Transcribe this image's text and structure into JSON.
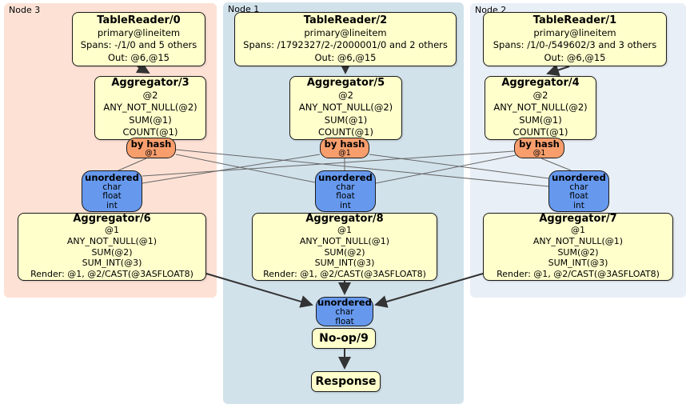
{
  "colors": {
    "node3_bg": "#fde1d5",
    "node1_bg": "#d2e2eb",
    "node2_bg": "#e9eff6",
    "processor_bg": "#ffffcc",
    "router_bg": "#f89e6d",
    "sync_bg": "#6699ee",
    "edge_thin": "#666666",
    "edge_thick": "#333333"
  },
  "nodes": [
    {
      "label": "Node 3",
      "table_reader": {
        "title": "TableReader/0",
        "lines": [
          "primary@lineitem",
          "Spans: -/1/0 and 5 others",
          "Out: @6,@15"
        ]
      },
      "aggregator_top": {
        "title": "Aggregator/3",
        "lines": [
          "@2",
          "ANY_NOT_NULL(@2)",
          "SUM(@1)",
          "COUNT(@1)"
        ]
      },
      "router": {
        "title": "by hash",
        "detail": "@1"
      },
      "sync": {
        "title": "unordered",
        "types": [
          "char",
          "float",
          "int"
        ]
      },
      "aggregator_bottom": {
        "title": "Aggregator/6",
        "lines": [
          "@1",
          "ANY_NOT_NULL(@1)",
          "SUM(@2)",
          "SUM_INT(@3)",
          "Render: @1, @2/CAST(@3ASFLOAT8)"
        ]
      }
    },
    {
      "label": "Node 1",
      "table_reader": {
        "title": "TableReader/2",
        "lines": [
          "primary@lineitem",
          "Spans: /1792327/2-/2000001/0 and 2 others",
          "Out: @6,@15"
        ]
      },
      "aggregator_top": {
        "title": "Aggregator/5",
        "lines": [
          "@2",
          "ANY_NOT_NULL(@2)",
          "SUM(@1)",
          "COUNT(@1)"
        ]
      },
      "router": {
        "title": "by hash",
        "detail": "@1"
      },
      "sync": {
        "title": "unordered",
        "types": [
          "char",
          "float",
          "int"
        ]
      },
      "aggregator_bottom": {
        "title": "Aggregator/8",
        "lines": [
          "@1",
          "ANY_NOT_NULL(@1)",
          "SUM(@2)",
          "SUM_INT(@3)",
          "Render: @1, @2/CAST(@3ASFLOAT8)"
        ]
      }
    },
    {
      "label": "Node 2",
      "table_reader": {
        "title": "TableReader/1",
        "lines": [
          "primary@lineitem",
          "Spans: /1/0-/549602/3 and 3 others",
          "Out: @6,@15"
        ]
      },
      "aggregator_top": {
        "title": "Aggregator/4",
        "lines": [
          "@2",
          "ANY_NOT_NULL(@2)",
          "SUM(@1)",
          "COUNT(@1)"
        ]
      },
      "router": {
        "title": "by hash",
        "detail": "@1"
      },
      "sync": {
        "title": "unordered",
        "types": [
          "char",
          "float",
          "int"
        ]
      },
      "aggregator_bottom": {
        "title": "Aggregator/7",
        "lines": [
          "@1",
          "ANY_NOT_NULL(@1)",
          "SUM(@2)",
          "SUM_INT(@3)",
          "Render: @1, @2/CAST(@3ASFLOAT8)"
        ]
      }
    }
  ],
  "output": {
    "sync": {
      "title": "unordered",
      "types": [
        "char",
        "float"
      ]
    },
    "noop_label": "No-op/9",
    "response_label": "Response"
  }
}
